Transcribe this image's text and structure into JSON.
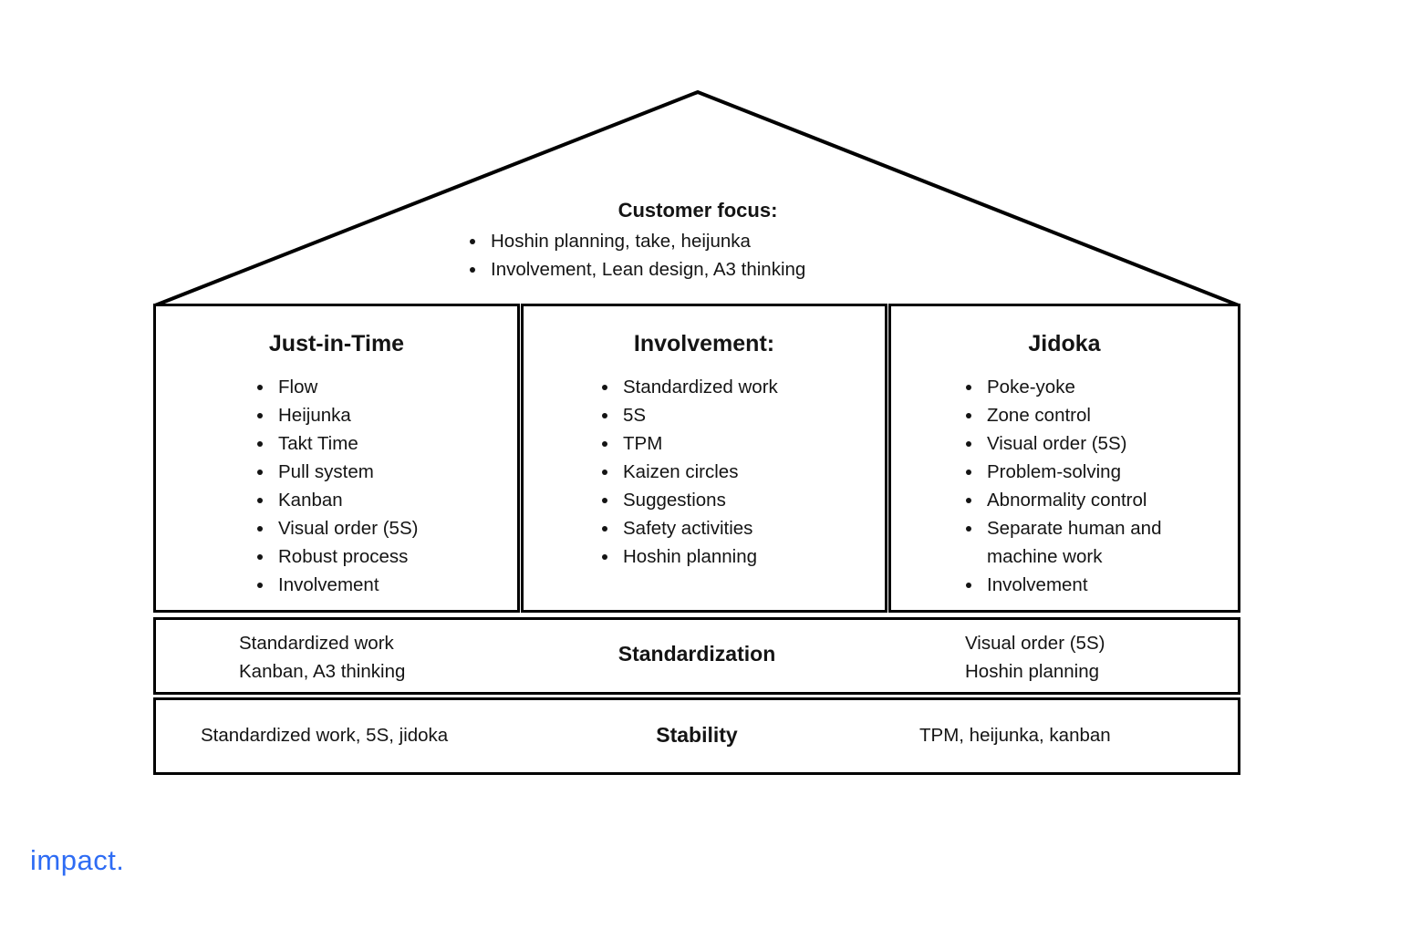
{
  "roof": {
    "title": "Customer focus:",
    "bullets": [
      "Hoshin planning, take, heijunka",
      "Involvement, Lean design, A3 thinking"
    ]
  },
  "columns": [
    {
      "title": "Just-in-Time",
      "items": [
        "Flow",
        "Heijunka",
        "Takt Time",
        "Pull system",
        "Kanban",
        "Visual order (5S)",
        "Robust process",
        "Involvement"
      ]
    },
    {
      "title": "Involvement:",
      "items": [
        "Standardized work",
        "5S",
        "TPM",
        "Kaizen circles",
        "Suggestions",
        "Safety activities",
        "Hoshin planning"
      ]
    },
    {
      "title": "Jidoka",
      "items": [
        "Poke-yoke",
        "Zone control",
        "Visual order (5S)",
        "Problem-solving",
        "Abnormality control",
        "Separate human and machine work",
        "Involvement"
      ]
    }
  ],
  "standardization_row": {
    "left_lines": [
      "Standardized work",
      "Kanban, A3 thinking"
    ],
    "center": "Standardization",
    "right_lines": [
      "Visual order (5S)",
      "Hoshin planning"
    ]
  },
  "stability_row": {
    "left": "Standardized work, 5S, jidoka",
    "center": "Stability",
    "right": "TPM, heijunka, kanban"
  },
  "logo": {
    "text": "impact."
  },
  "colors": {
    "line": "#000000",
    "text": "#141414",
    "logo_blue": "#2e6cf4",
    "background": "#ffffff"
  }
}
